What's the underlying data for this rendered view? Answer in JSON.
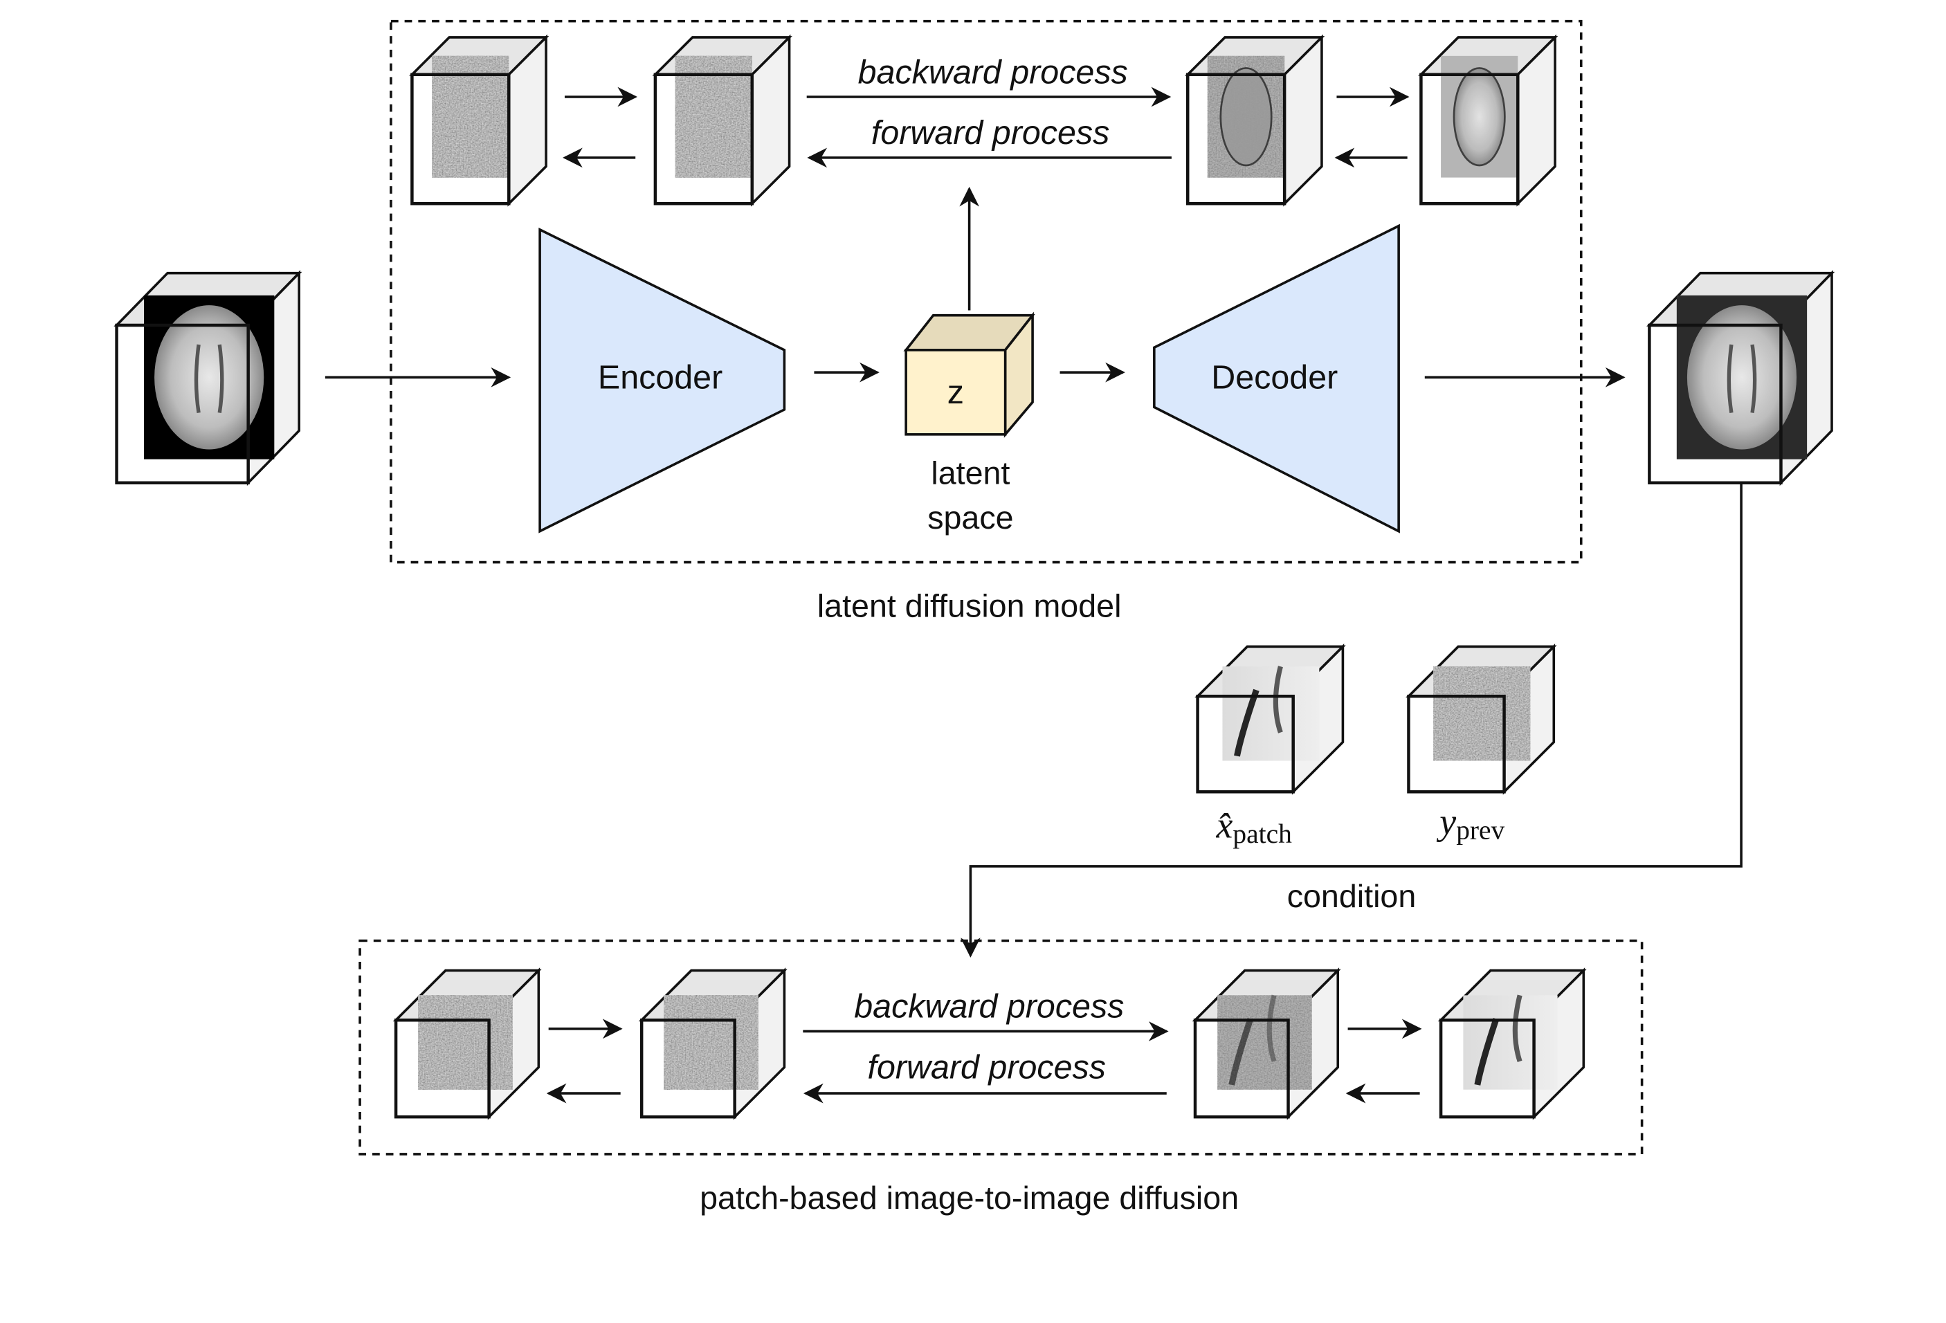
{
  "colors": {
    "encoder_fill": "#dae8fc",
    "latent_front": "#fff2cc",
    "latent_top": "#e6dbbb",
    "latent_side": "#f2e6c4",
    "stroke": "#111111"
  },
  "latent_diffusion": {
    "caption": "latent diffusion model",
    "backward_label": "backward process",
    "forward_label": "forward process",
    "encoder_label": "Encoder",
    "decoder_label": "Decoder",
    "latent_symbol": "z",
    "latent_caption_line1": "latent",
    "latent_caption_line2": "space",
    "cubes": [
      "noise",
      "noise",
      "noisy-brain",
      "denoised-brain"
    ]
  },
  "input_volume": {
    "content": "brain-mri"
  },
  "output_volume": {
    "content": "brain-mri-reconstructed"
  },
  "conditions": {
    "label": "condition",
    "items": [
      {
        "symbol": "x̂",
        "subscript": "patch",
        "content": "patch"
      },
      {
        "symbol": "y",
        "subscript": "prev",
        "content": "noise"
      }
    ]
  },
  "patch_diffusion": {
    "caption": "patch-based image-to-image diffusion",
    "backward_label": "backward process",
    "forward_label": "forward process",
    "cubes": [
      "noise",
      "noise",
      "noisy-patch",
      "patch"
    ]
  }
}
